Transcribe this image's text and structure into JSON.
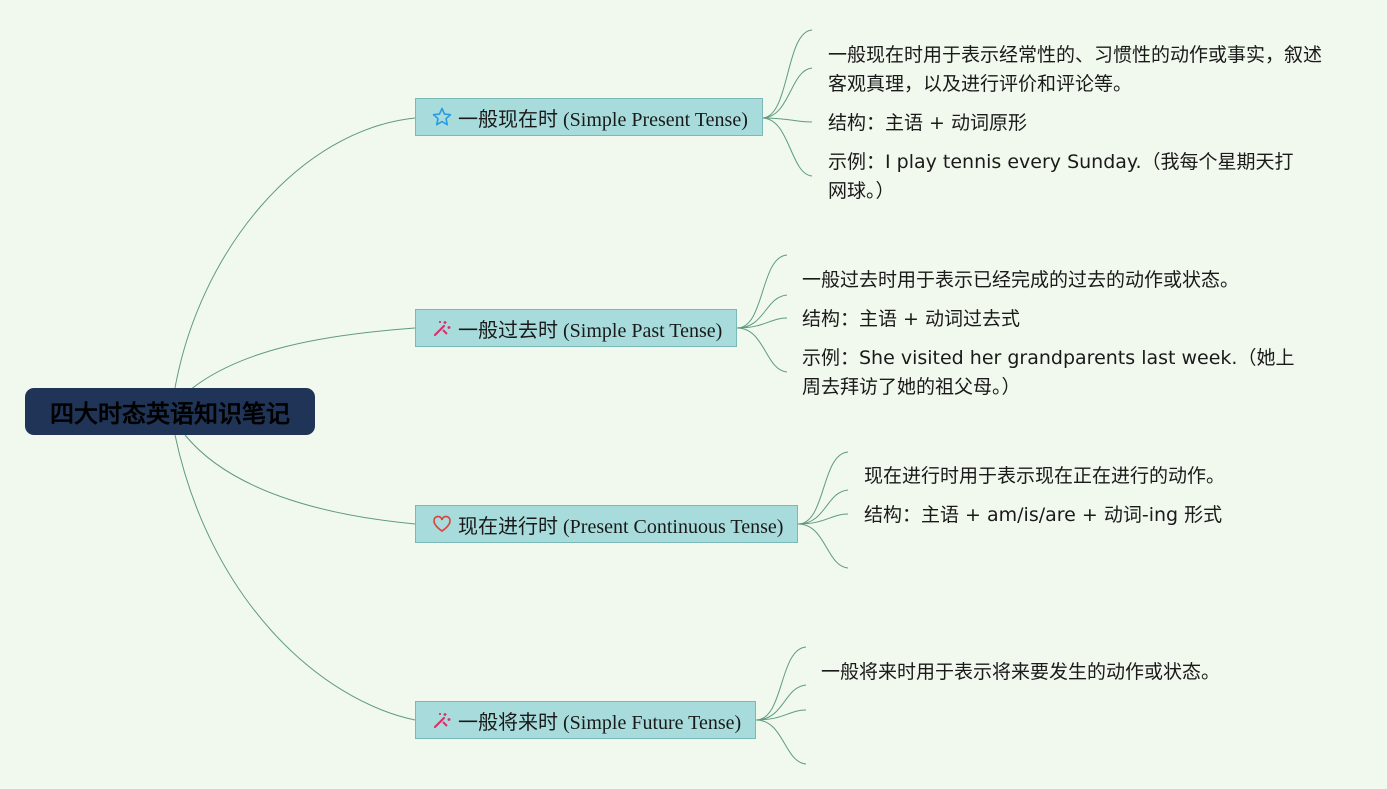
{
  "root": {
    "title": "四大时态英语知识笔记"
  },
  "branches": [
    {
      "title": "一般现在时 (Simple Present Tense)",
      "icon": "star-icon",
      "icon_color": "#2a9be0",
      "leaves": [
        "一般现在时用于表示经常性的、习惯性的动作或事实，叙述客观真理，以及进行评价和评论等。",
        "结构：主语 + 动词原形",
        "示例：I play tennis every Sunday.（我每个星期天打网球。）"
      ]
    },
    {
      "title": "一般过去时 (Simple Past Tense)",
      "icon": "magic-wand-icon",
      "icon_color": "#d6336c",
      "leaves": [
        "一般过去时用于表示已经完成的过去的动作或状态。",
        "结构：主语 + 动词过去式",
        "示例：She visited her grandparents last week.（她上周去拜访了她的祖父母。）"
      ]
    },
    {
      "title": "现在进行时 (Present Continuous Tense)",
      "icon": "heart-icon",
      "icon_color": "#d9463e",
      "leaves": [
        "现在进行时用于表示现在正在进行的动作。",
        "结构：主语 + am/is/are + 动词-ing 形式"
      ]
    },
    {
      "title": "一般将来时 (Simple Future Tense)",
      "icon": "magic-wand-icon",
      "icon_color": "#d6336c",
      "leaves": [
        "一般将来时用于表示将来要发生的动作或状态。"
      ]
    }
  ]
}
